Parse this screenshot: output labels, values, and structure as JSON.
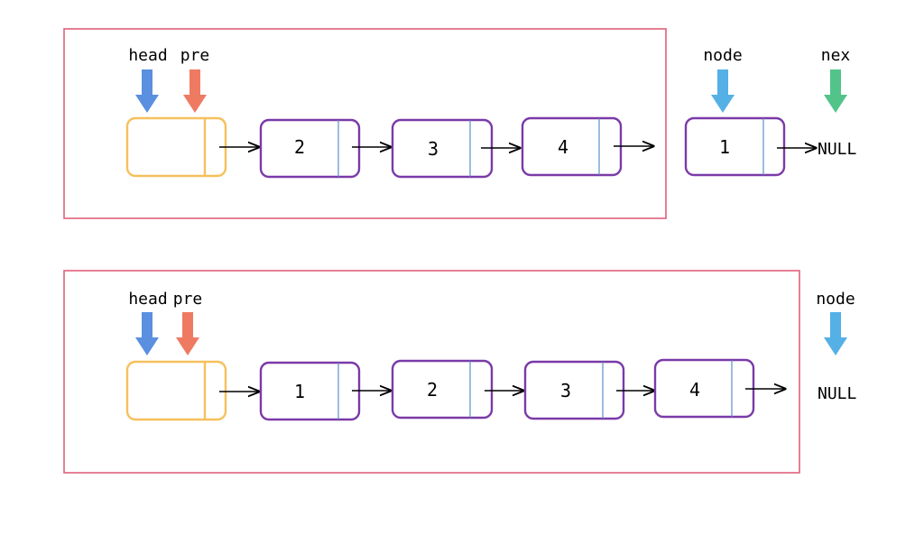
{
  "colors": {
    "frame": "#e0607a",
    "dummy_node": "#f6c05c",
    "node": "#7a3aa8",
    "divider": "#5a8fc8",
    "head_arrow": "#5b8fe0",
    "pre_arrow": "#ef7a62",
    "node_arrow": "#55b0e6",
    "nex_arrow": "#52c48a",
    "text": "#000000"
  },
  "top": {
    "labels": {
      "head": "head",
      "pre": "pre",
      "node": "node",
      "nex": "nex"
    },
    "list_values": [
      "2",
      "3",
      "4"
    ],
    "detached_value": "1",
    "null_text": "NULL"
  },
  "bottom": {
    "labels": {
      "head": "head",
      "pre": "pre",
      "node": "node"
    },
    "list_values": [
      "1",
      "2",
      "3",
      "4"
    ],
    "null_text": "NULL"
  }
}
